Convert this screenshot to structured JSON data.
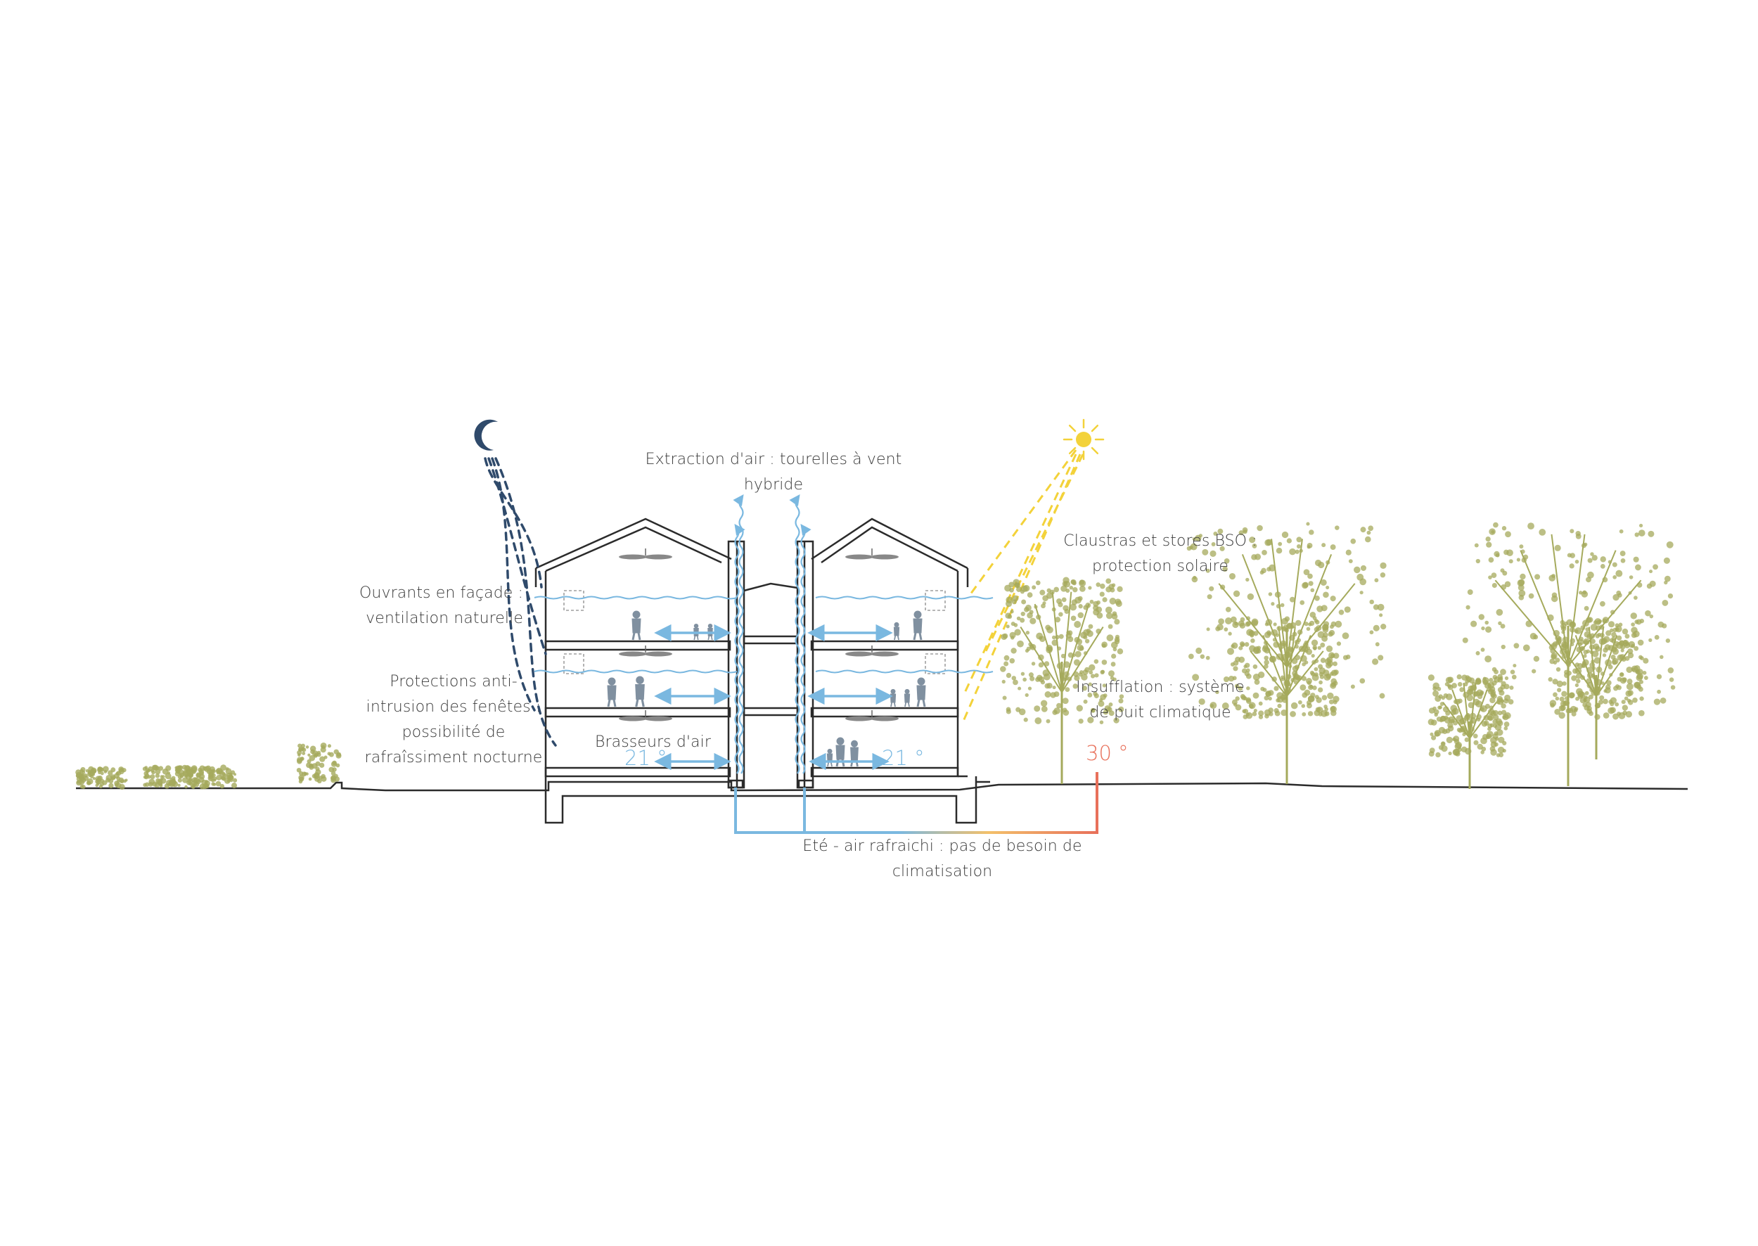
{
  "labels": {
    "extraction": [
      "Extraction d'air : tourelles à vent",
      "hybride"
    ],
    "ouvrants": [
      "Ouvrants en façade :",
      "ventilation naturelle"
    ],
    "protections": [
      "Protections anti-",
      "intrusion des fenêtes :",
      "possibilité de",
      "rafraîssiment nocturne"
    ],
    "brasseurs": "Brasseurs d'air",
    "claustras": [
      "Claustras et stores BSO :",
      "protection solaire"
    ],
    "insufflation": [
      "Insufflation : système",
      "de puit climatique"
    ],
    "ete": [
      "Eté - air rafraichi : pas de besoin de",
      "climatisation"
    ]
  },
  "temperatures": {
    "inside_left": "21 °",
    "inside_right": "21 °",
    "outside": "30 °"
  },
  "colors": {
    "cool_air": "#7ab8e0",
    "night": "#2f4a6b",
    "sun": "#f3d23a",
    "hot_air": "#e8705a",
    "structure": "#2b2b2b",
    "vegetation": "#a5aa5c",
    "text": "#3a3a3a"
  },
  "icons": [
    "moon-icon",
    "sun-icon",
    "ceiling-fan-icon",
    "person-icon",
    "tree-icon",
    "shrub-icon"
  ]
}
